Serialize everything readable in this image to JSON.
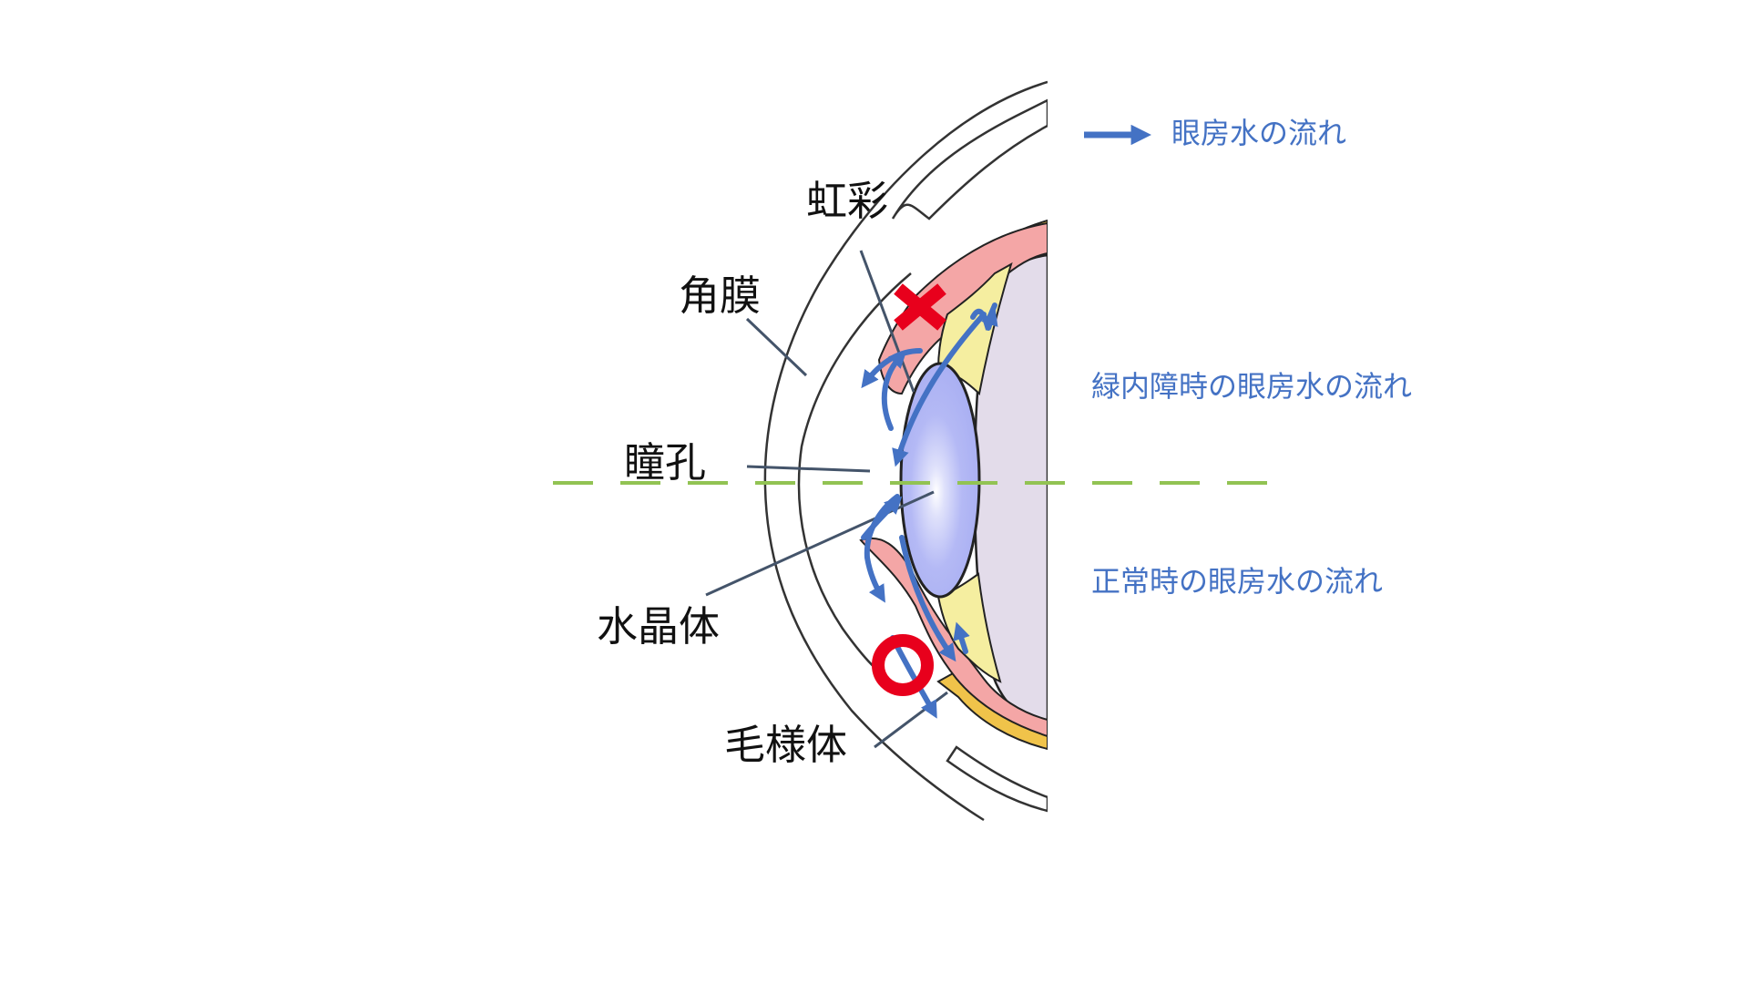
{
  "labels": {
    "iris": "虹彩",
    "cornea": "角膜",
    "pupil": "瞳孔",
    "lens": "水晶体",
    "ciliary_body": "毛様体"
  },
  "legend": {
    "flow": "眼房水の流れ",
    "glaucoma_flow": "緑内障時の眼房水の流れ",
    "normal_flow": "正常時の眼房水の流れ"
  },
  "markers": {
    "blocked": "cross-mark",
    "normal": "circle-mark"
  },
  "colors": {
    "flow_arrow": "#4472c4",
    "marker": "#e8001c",
    "divider": "#92c353",
    "iris": "#f4a6a6",
    "ciliary_zone": "#f5eea0",
    "lens": "#b4b9f5",
    "vitreous": "#e3dcea",
    "choroid": "#f0c34a"
  }
}
